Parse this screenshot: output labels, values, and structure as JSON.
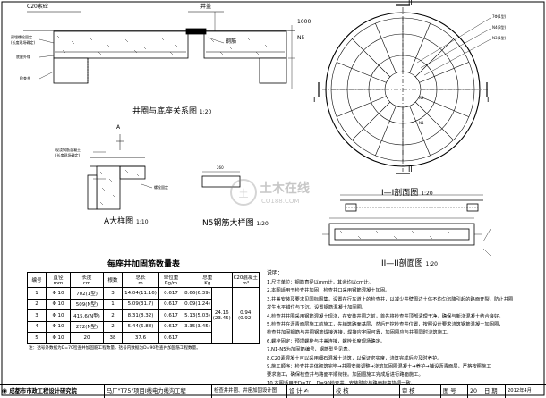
{
  "drawings": {
    "top_section": {
      "title": "井圈与底座关系图",
      "scale": "1:20",
      "labels": {
        "dim": "C20素砼",
        "lid": "井盖",
        "rebar": "钢筋",
        "right1": "1000",
        "right2": "N5",
        "left1": "预埋螺栓固定",
        "left2": "(长度现场确定)",
        "left3": "底座外缘",
        "left4": "检查井"
      }
    },
    "detail_a": {
      "title": "A大样图",
      "scale": "1:10",
      "labels": {
        "a": "A",
        "b": "现浇钢筋混凝土",
        "c": "(长度现场确定)",
        "d": "螺栓固定"
      }
    },
    "n5_rebar": {
      "title": "N5钢筋大样图",
      "scale": "1:20",
      "dim": "260"
    },
    "plan": {
      "marks": [
        "I",
        "I",
        "II",
        "II"
      ],
      "labels": [
        "7Φ(1型)",
        "N4(8型)",
        "N3(1型)",
        "N2",
        "N1"
      ]
    },
    "section_1": {
      "title": "I—I剖面图",
      "scale": "1:20"
    },
    "section_2": {
      "title": "II—II剖面图",
      "scale": "1:20"
    },
    "watermark": {
      "cn": "土木在线",
      "en": "CO188.COM"
    }
  },
  "table": {
    "title": "每座井加固筋数量表",
    "headers": [
      "编号",
      "直径\nmm",
      "长度\ncm",
      "根数",
      "总长\nm",
      "单位重\nKg/m",
      "总重\nKg",
      "C20混凝土\nm³"
    ],
    "rows": [
      [
        "1",
        "Φ 10",
        "702(1型)",
        "3",
        "14.04(11.16)",
        "0.617",
        "8.66(6.39)",
        "",
        ""
      ],
      [
        "2",
        "Φ 10",
        "509(N型)",
        "1",
        "5.09(31.7)",
        "0.617",
        "0.09(1.24)",
        "24.16\n(23.45)",
        "0.94\n(0.92)"
      ],
      [
        "3",
        "Φ 10",
        "415.6(N型)",
        "2",
        "8.31(8.32)",
        "0.617",
        "5.13(5.03)",
        "",
        ""
      ],
      [
        "4",
        "Φ 10",
        "272(N型)",
        "2",
        "5.44(6.88)",
        "0.617",
        "3.35(3.45)",
        "",
        ""
      ],
      [
        "5",
        "Φ 10",
        "20",
        "38",
        "37.6",
        "0.617",
        "",
        "23.2",
        ""
      ]
    ],
    "footnote": "注：括号外数据为D=70检查井加固筋工程数量，括号内数据为D=90检查井加固筋工程数量。"
  },
  "notes": {
    "heading": "说明：",
    "lines": [
      "1.尺寸单位：钢筋直径以mm计，其余均以cm计。",
      "2.本图适用于检查井加固，检查井口采用钢筋混凝土加固。",
      "3.井盖安装及要求见国标图集，设置在行车道上的检查井，以减少井壁周边土体不均匀沉降引起的路面开裂，防止井圈",
      "  发生水平错位与下沉，设置钢筋混凝土加固圈。",
      "4.检查井井圈采用钢筋混凝土现浇，在安装井圈之前，首先将检查井顶部清理干净，确保与新浇混凝土结合良好。",
      "5.检查井在沥青面层施工前施工，先铺筑路面基层，然后开挖检查井位置，按照设计要求浇筑钢筋混凝土加固圈，",
      "  检查井加固钢筋与井圈钢筋焊接连接，焊接应牢固可靠，加固圈应与井圈同时浇筑施工。",
      "6.螺栓固定：预埋螺栓与井盖连接，螺栓长度现场确定。",
      "7.N1-N5为加固筋编号，钢筋型号见表。",
      "8.C20素混凝土可以采用细石混凝土浇筑，以保证密实度，浇筑完成后应及时养护。",
      "9.施工顺序：检查井井体砌筑完毕→井圈安装调整→浇筑加固圈混凝土→养护→铺设沥青面层，严格按照施工",
      "  要求施工，确保检查井与路面平顺衔接。加固圈施工完成后进行路面施工。",
      "10.本图适用于D=70、D=90检查井，安装时应与路面标高协调一致。"
    ]
  },
  "title_block": {
    "org": "成都市市政工程设计研究院",
    "project": "马厂\"T75\"项目I线电力线沟工程",
    "drawing": "检查井井圈、井座加固设计图",
    "design_label": "设 计",
    "check_label": "校 核",
    "review_label": "审 核",
    "sheet_no_label": "图 号",
    "sheet_no": "20",
    "sheet_label": "日 期",
    "date": "2012年4月"
  }
}
